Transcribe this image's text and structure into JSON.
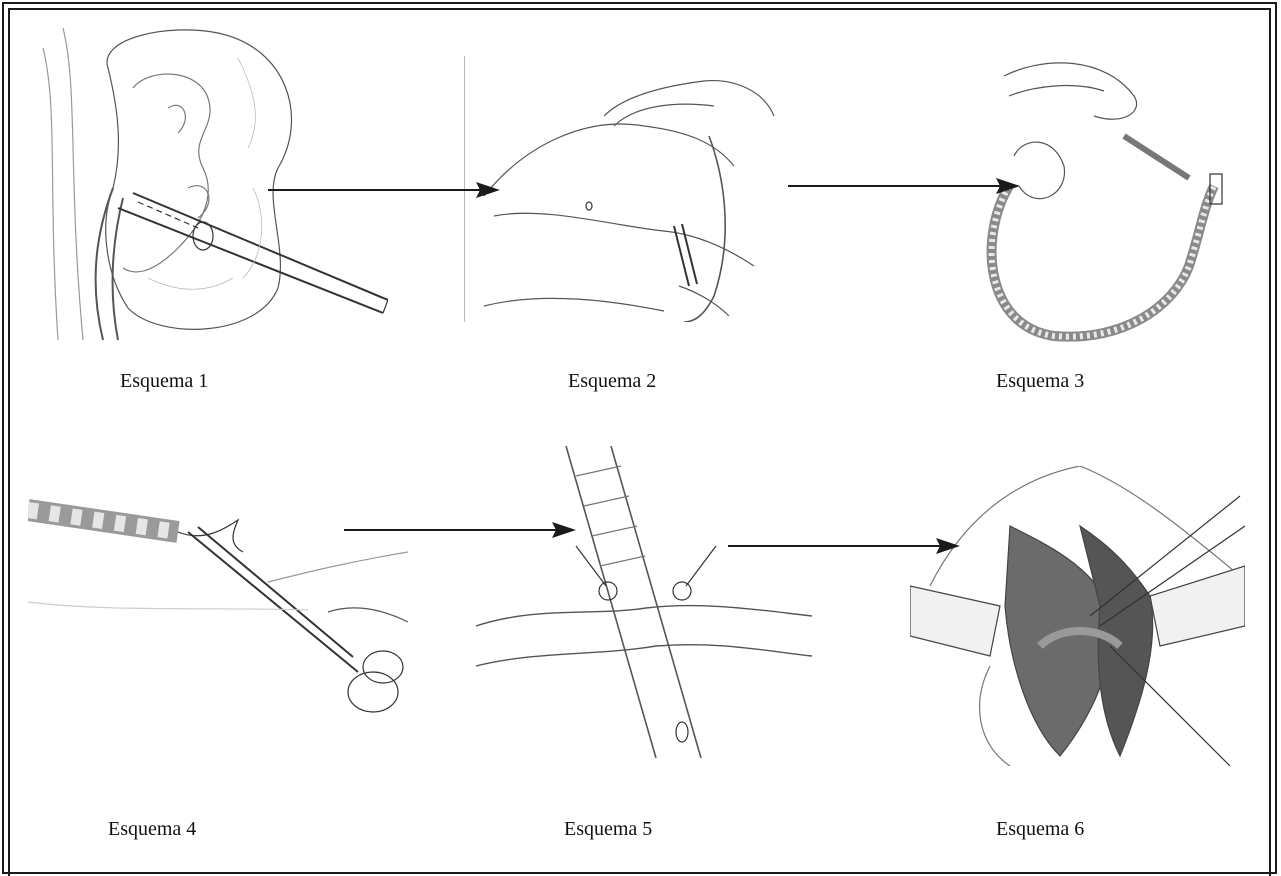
{
  "panels": [
    {
      "caption": "Esquema 1",
      "icon": "kidney-with-nephroscope-illustration"
    },
    {
      "caption": "Esquema 2",
      "icon": "abdomen-flank-access-illustration"
    },
    {
      "caption": "Esquema 3",
      "icon": "coiled-drain-tube-illustration"
    },
    {
      "caption": "Esquema 4",
      "icon": "tube-cutting-scissors-illustration"
    },
    {
      "caption": "Esquema 5",
      "icon": "sutured-tube-illustration"
    },
    {
      "caption": "Esquema 6",
      "icon": "open-surgical-field-illustration"
    }
  ],
  "colors": {
    "ink": "#1a1a1a",
    "line": "#555555",
    "shade": "#9a9a9a"
  }
}
